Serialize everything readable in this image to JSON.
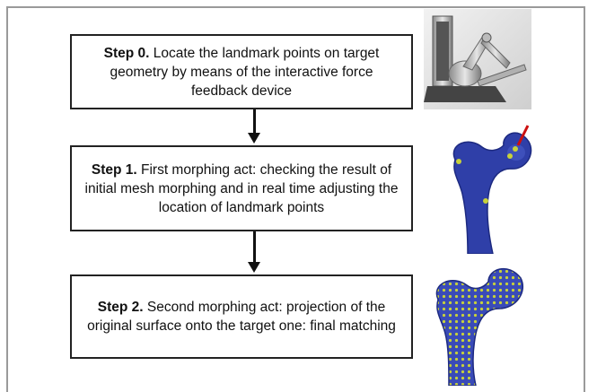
{
  "steps": [
    {
      "label": "Step 0.",
      "text": " Locate the landmark points on target geometry by means of the interactive force feedback device",
      "image": "haptic-device"
    },
    {
      "label": "Step 1.",
      "text": " First morphing act: checking the result of initial mesh morphing and in real time adjusting the location of landmark points",
      "image": "femur-landmarks"
    },
    {
      "label": "Step 2.",
      "text": " Second morphing act: projection of the original surface onto the target one: final matching",
      "image": "femur-surface-projection"
    }
  ],
  "colors": {
    "femur": "#2f3fa8",
    "landmark": "#c8d23a",
    "pointer": "#cc1010",
    "device": "#c9c9c9"
  }
}
